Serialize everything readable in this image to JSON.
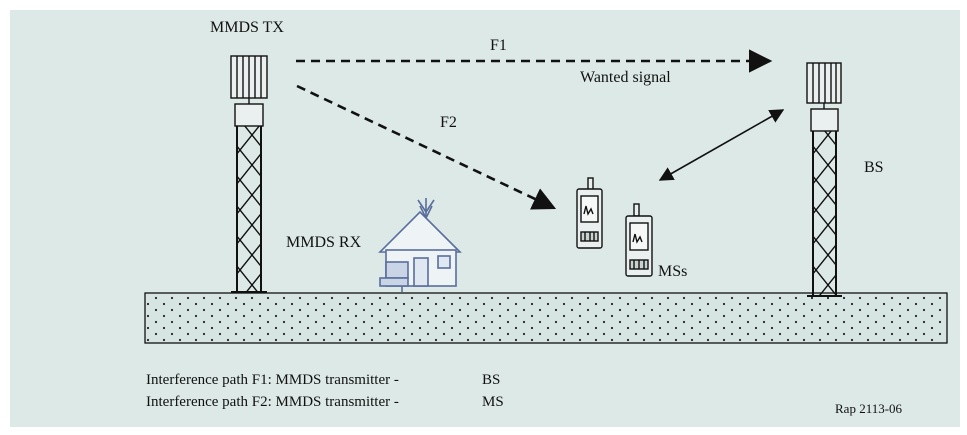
{
  "labels": {
    "mmds_tx": "MMDS TX",
    "f1": "F1",
    "wanted_signal": "Wanted signal",
    "f2": "F2",
    "bs": "BS",
    "mmds_rx": "MMDS RX",
    "mss": "MSs"
  },
  "legend": {
    "line1_prefix": "Interference path F1: MMDS transmitter -",
    "line1_target": "BS",
    "line2_prefix": "Interference path F2: MMDS transmitter -",
    "line2_target": "MS"
  },
  "reference": "Rap 2113-06",
  "colors": {
    "background": "#dde9e7",
    "ground": "#d6e4e2",
    "line": "#111111",
    "house": "#5a6e9c"
  }
}
